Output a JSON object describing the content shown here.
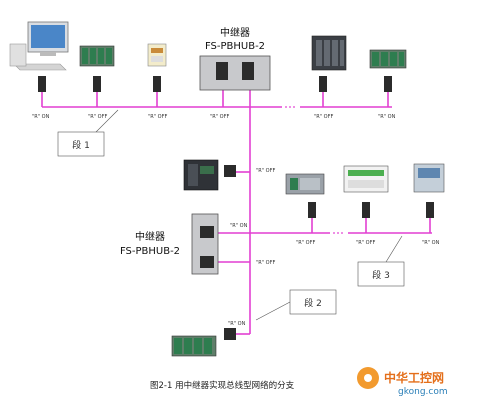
{
  "top_hub": {
    "title": "中继器",
    "model": "FS-PBHUB-2"
  },
  "mid_hub": {
    "title": "中继器",
    "model": "FS-PBHUB-2"
  },
  "term_on": "\"R\" ON",
  "term_off": "\"R\" OFF",
  "segments": {
    "seg1": "段 1",
    "seg2": "段 2",
    "seg3": "段 3"
  },
  "caption": "图2-1  用中继器实现总线型网络的分支",
  "watermark": {
    "brand": "中华工控网",
    "url": "gkong.com"
  },
  "colors": {
    "bus": "#e23fd2",
    "plc_green": "#2e7d4f",
    "device_gray": "#8a8f95"
  }
}
